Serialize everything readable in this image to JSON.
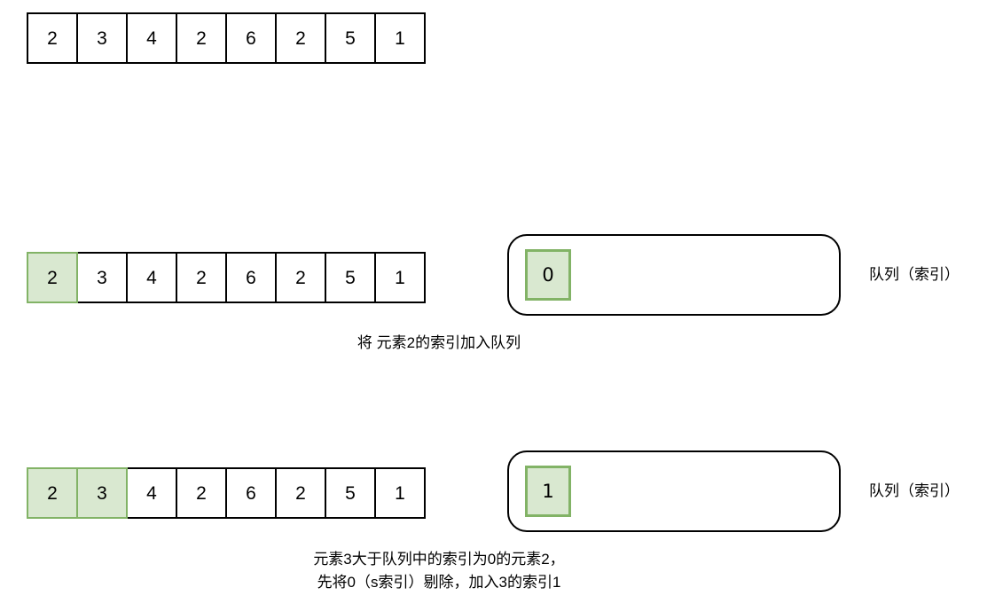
{
  "diagram": {
    "title_text_present": false,
    "colors": {
      "highlight_fill": "#d9e8d0",
      "highlight_border": "#82b366",
      "box_border": "#000000",
      "background": "#ffffff",
      "text": "#000000"
    },
    "array_values": [
      "2",
      "3",
      "4",
      "2",
      "6",
      "2",
      "5",
      "1"
    ],
    "steps": [
      {
        "id": "initial",
        "array": {
          "cells": [
            {
              "value": "2",
              "highlighted": false
            },
            {
              "value": "3",
              "highlighted": false
            },
            {
              "value": "4",
              "highlighted": false
            },
            {
              "value": "2",
              "highlighted": false
            },
            {
              "value": "6",
              "highlighted": false
            },
            {
              "value": "2",
              "highlighted": false
            },
            {
              "value": "5",
              "highlighted": false
            },
            {
              "value": "1",
              "highlighted": false
            }
          ]
        },
        "queue": null,
        "queue_label": null,
        "caption_lines": []
      },
      {
        "id": "push-index-0",
        "array": {
          "cells": [
            {
              "value": "2",
              "highlighted": true
            },
            {
              "value": "3",
              "highlighted": false
            },
            {
              "value": "4",
              "highlighted": false
            },
            {
              "value": "2",
              "highlighted": false
            },
            {
              "value": "6",
              "highlighted": false
            },
            {
              "value": "2",
              "highlighted": false
            },
            {
              "value": "5",
              "highlighted": false
            },
            {
              "value": "1",
              "highlighted": false
            }
          ]
        },
        "queue": {
          "items": [
            "0"
          ]
        },
        "queue_label": "队列（索引）",
        "caption_lines": [
          "将 元素2的索引加入队列"
        ]
      },
      {
        "id": "pop-0-push-1",
        "array": {
          "cells": [
            {
              "value": "2",
              "highlighted": true
            },
            {
              "value": "3",
              "highlighted": true
            },
            {
              "value": "4",
              "highlighted": false
            },
            {
              "value": "2",
              "highlighted": false
            },
            {
              "value": "6",
              "highlighted": false
            },
            {
              "value": "2",
              "highlighted": false
            },
            {
              "value": "5",
              "highlighted": false
            },
            {
              "value": "1",
              "highlighted": false
            }
          ]
        },
        "queue": {
          "items": [
            "1"
          ]
        },
        "queue_label": "队列（索引）",
        "caption_lines": [
          "元素3大于队列中的索引为0的元素2，",
          "先将0（s索引）剔除，加入3的索引1"
        ]
      }
    ]
  }
}
